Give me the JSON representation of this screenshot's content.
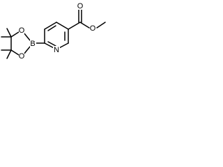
{
  "structure": {
    "atom_labels": {
      "carbonyl_oxygen": "O",
      "ester_oxygen": "O",
      "ring_nitrogen": "N",
      "boron": "B",
      "ring_oxygen_upper": "O",
      "ring_oxygen_lower": "O"
    },
    "colors": {
      "bond": "#000000",
      "label": "#000000",
      "background": "#ffffff"
    }
  }
}
